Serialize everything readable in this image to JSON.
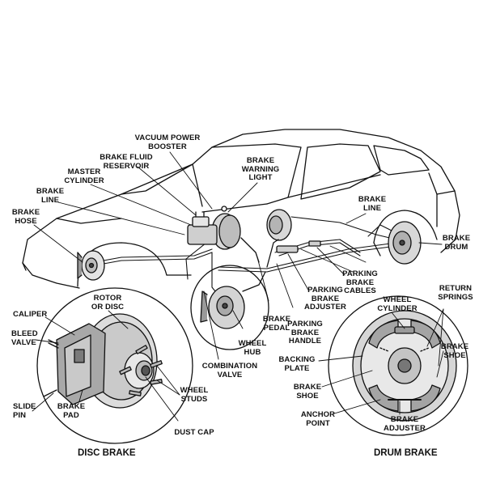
{
  "colors": {
    "ink": "#111111",
    "fill": "#d8d8d8",
    "dark": "#8a8a8a",
    "background": "#ffffff"
  },
  "labels": {
    "vacuum_power_booster": "VACUUM POWER\nBOOSTER",
    "brake_fluid_reservoir": "BRAKE FLUID\nRESERVOIR",
    "master_cylinder": "MASTER\nCYLINDER",
    "brake_line_front": "BRAKE\nLINE",
    "brake_hose": "BRAKE\nHOSE",
    "brake_warning_light": "BRAKE\nWARNING\nLIGHT",
    "brake_line_rear": "BRAKE\nLINE",
    "brake_drum": "BRAKE\nDRUM",
    "parking_brake_cables": "PARKING\nBRAKE\nCABLES",
    "parking_brake_adjuster": "PARKING\nBRAKE\nADJUSTER",
    "brake_pedal": "BRAKE\nPEDAL",
    "parking_brake_handle": "PARKING\nBRAKE\nHANDLE",
    "wheel_hub": "WHEEL\nHUB",
    "combination_valve": "COMBINATION\nVALVE",
    "rotor_or_disc": "ROTOR\nOR DISC",
    "caliper": "CALIPER",
    "bleed_valve": "BLEED\nVALVE",
    "slide_pin": "SLIDE\nPIN",
    "brake_pad": "BRAKE\nPAD",
    "wheel_studs": "WHEEL\nSTUDS",
    "dust_cap": "DUST CAP",
    "wheel_cylinder": "WHEEL\nCYLINDER",
    "return_springs": "RETURN\nSPRINGS",
    "brake_shoe_right": "BRAKE\nSHOE",
    "backing_plate": "BACKING\nPLATE",
    "brake_shoe_left": "BRAKE\nSHOE",
    "anchor_point": "ANCHOR\nPOINT",
    "brake_adjuster": "BRAKE\nADJUSTER"
  },
  "captions": {
    "disc_brake": "DISC BRAKE",
    "drum_brake": "DRUM BRAKE"
  }
}
